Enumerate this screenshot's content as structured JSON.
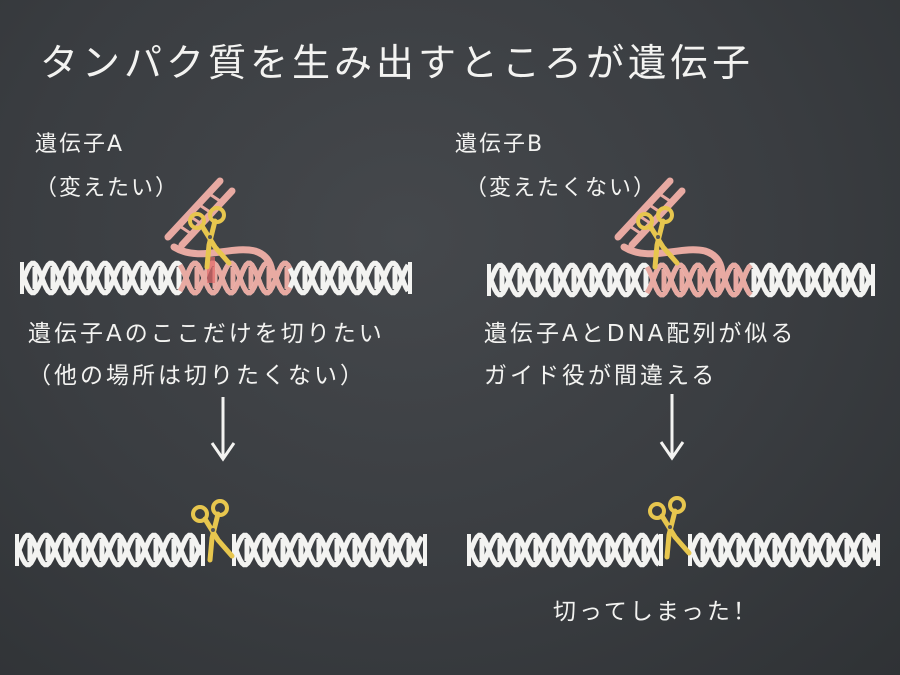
{
  "slide": {
    "title": "タンパク質を生み出すところが遺伝子",
    "left": {
      "gene_label": "遺伝子A",
      "gene_note": "（変えたい）",
      "desc_line1": "遺伝子Aのここだけを切りたい",
      "desc_line2": "（他の場所は切りたくない）"
    },
    "right": {
      "gene_label": "遺伝子B",
      "gene_note": "（変えたくない）",
      "desc_line1": "遺伝子AとDNA配列が似る",
      "desc_line2": "ガイド役が間違える",
      "result": "切ってしまった！"
    }
  },
  "colors": {
    "background": "#3a3d41",
    "chalk": "#f3f3f1",
    "guide_rna": "#e8aaa2",
    "scissors": "#e7c64e",
    "cut_mark": "#e36a6a"
  },
  "icons": [
    "dna-helix-icon",
    "scissors-icon",
    "guide-rna-icon",
    "arrow-down-icon"
  ]
}
